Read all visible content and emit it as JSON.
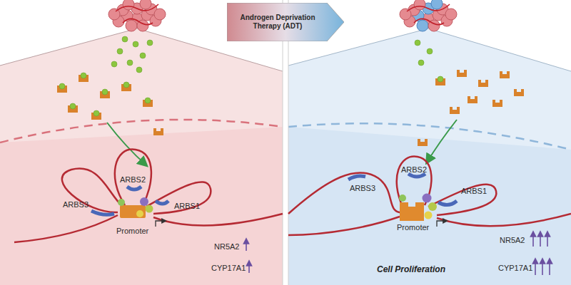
{
  "diagram": {
    "nodes": [
      {
        "text": [
          "Androgen Deprivation Therapy (ADT)"
        ]
      }
    ],
    "edges": [],
    "labels": [
      "ARBS3",
      "ARBS2",
      "ARBS1",
      "Promoter",
      "NR5A2",
      "CYP17A1",
      "ARBS3",
      "ARBS2",
      "ARBS1",
      "Promoter",
      "NR5A2",
      "CYP17A1",
      "Cell Proliferation"
    ]
  }
}
